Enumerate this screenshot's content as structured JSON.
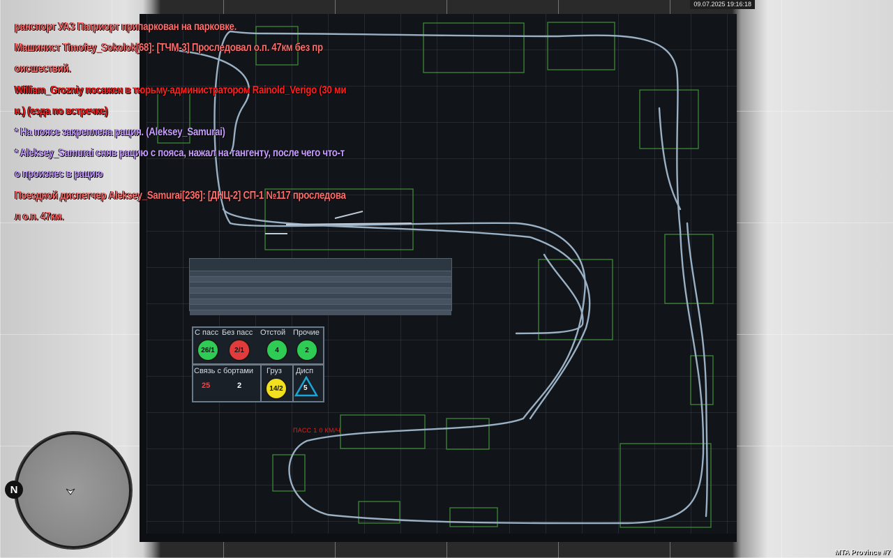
{
  "chat": [
    {
      "text": "ранспорт УАЗ Патриорт припаркован на парковке.",
      "color": "pink"
    },
    {
      "text": "Машинист Timofey_Sokolok[68]: [ТЧМ-3] Проследовал о.п. 47км без пр",
      "color": "pink"
    },
    {
      "text": "оисшествий.",
      "color": "pink"
    },
    {
      "text": "William_Grozniy посажен в тюрьму администратором Rainold_Verigo (30 ми",
      "color": "red"
    },
    {
      "text": "н.) (езда по встречке)",
      "color": "red"
    },
    {
      "text": "* На поясе закреплена рация. (Aleksey_Samurai)",
      "color": "violet"
    },
    {
      "text": "* Aleksey_Samurai сняв рацию с пояса, нажал на тангенту, после чего что-т",
      "color": "violet"
    },
    {
      "text": "о произнес в рацию",
      "color": "violet"
    },
    {
      "text": "Поездной диспетчер Aleksey_Samurai[236]: [ДНЦ-2] СП-1 №117 проследова",
      "color": "pink"
    },
    {
      "text": "л о.п. 47км.",
      "color": "pink"
    }
  ],
  "hud": {
    "datetime": "09.07.2025 19:16:18",
    "server": "MTA Province #7",
    "compass": "N"
  },
  "board": {
    "speed_label": "ПАСС 1 0 КМ/Ч",
    "status_panel": {
      "top_labels": [
        "С пасс",
        "Без пасс",
        "Отстой",
        "Прочие"
      ],
      "top_values": [
        "26/1",
        "2/1",
        "4",
        "2"
      ],
      "bottom_label_comm": "Связь с бортами",
      "comm_values": [
        "25",
        "2"
      ],
      "cargo_label": "Груз",
      "cargo_value": "14/2",
      "disp_label": "Дисп",
      "disp_value": "5"
    },
    "colors": {
      "green": "#2ecc55",
      "red": "#e23b3b",
      "yellow": "#f0e020",
      "cyan": "#1aa6d6",
      "track": "#9ab0c4",
      "zone": "#3f8a36"
    }
  }
}
